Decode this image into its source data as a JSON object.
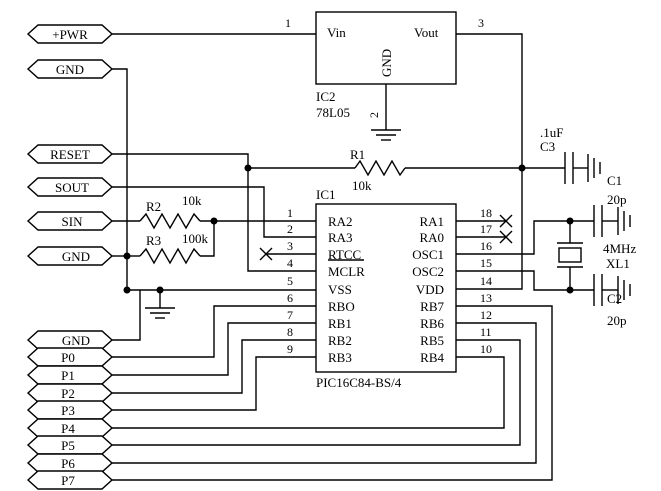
{
  "ports": {
    "pwr": "+PWR",
    "gnd_top": "GND",
    "reset": "RESET",
    "sout": "SOUT",
    "sin": "SIN",
    "gnd_mid": "GND",
    "gnd_bot": "GND",
    "p0": "P0",
    "p1": "P1",
    "p2": "P2",
    "p3": "P3",
    "p4": "P4",
    "p5": "P5",
    "p6": "P6",
    "p7": "P7"
  },
  "ic2": {
    "ref": "IC2",
    "part": "78L05",
    "vin": "Vin",
    "vout": "Vout",
    "gnd": "GND",
    "pin1": "1",
    "pin2": "2",
    "pin3": "3"
  },
  "ic1": {
    "ref": "IC1",
    "part": "PIC16C84-BS/4",
    "left_names": [
      "RA2",
      "RA3",
      "RTCC",
      "MCLR",
      "VSS",
      "RBO",
      "RB1",
      "RB2",
      "RB3"
    ],
    "left_nums": [
      "1",
      "2",
      "3",
      "4",
      "5",
      "6",
      "7",
      "8",
      "9"
    ],
    "right_names": [
      "RA1",
      "RA0",
      "OSC1",
      "OSC2",
      "VDD",
      "RB7",
      "RB6",
      "RB5",
      "RB4"
    ],
    "right_nums": [
      "18",
      "17",
      "16",
      "15",
      "14",
      "13",
      "12",
      "11",
      "10"
    ]
  },
  "resistors": {
    "r1": {
      "ref": "R1",
      "value": "10k"
    },
    "r2": {
      "ref": "R2",
      "value": "10k"
    },
    "r3": {
      "ref": "R3",
      "value": "100k"
    }
  },
  "capacitors": {
    "c1": {
      "ref": "C1",
      "value": "20p"
    },
    "c2": {
      "ref": "C2",
      "value": "20p"
    },
    "c3": {
      "ref": "C3",
      "value": ".1uF"
    }
  },
  "crystal": {
    "ref": "XL1",
    "value": "4MHz"
  }
}
